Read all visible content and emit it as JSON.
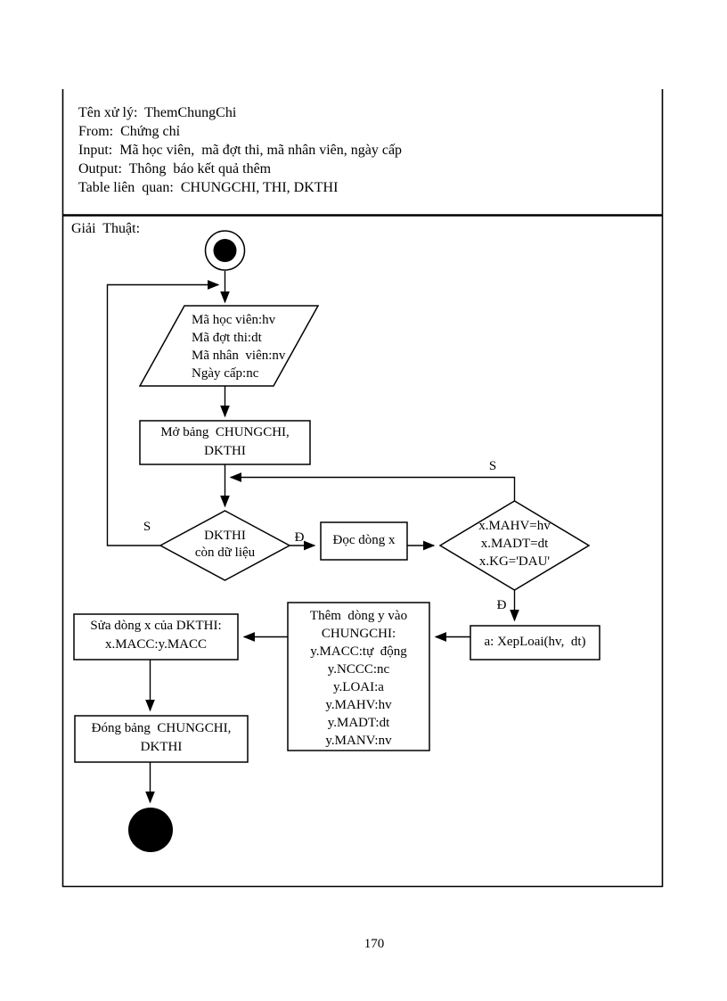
{
  "colors": {
    "ink": "#000000",
    "paper": "#ffffff"
  },
  "header": {
    "lines": [
      "Tên xử lý:  ThemChungChi",
      "From:  Chứng chỉ",
      "Input:  Mã học viên,  mã đợt thi, mã nhân viên, ngày cấp",
      "Output:  Thông  báo kết quả thêm",
      "Table liên  quan:  CHUNGCHI, THI, DKTHI"
    ]
  },
  "algorithm": {
    "section_label": "Giải  Thuật:",
    "nodes": {
      "input": {
        "lines": [
          "Mã học viên:hv",
          "Mã đợt thi:dt",
          "Mã nhân  viên:nv",
          "Ngày cấp:nc"
        ]
      },
      "open_tables": {
        "lines": [
          "Mở bảng  CHUNGCHI,",
          "DKTHI"
        ]
      },
      "has_data_decision": {
        "lines": [
          "DKTHI",
          "còn dữ liệu"
        ]
      },
      "read_row": {
        "label": "Đọc dòng x"
      },
      "match_decision": {
        "lines": [
          "x.MAHV=hv",
          "x.MADT=dt",
          "x.KG='DAU'"
        ]
      },
      "grade_call": {
        "label": "a: XepLoai(hv,  dt)"
      },
      "insert_row": {
        "lines": [
          "Thêm  dòng y vào",
          "CHUNGCHI:",
          "y.MACC:tự  động",
          "y.NCCC:nc",
          "y.LOAI:a",
          "y.MAHV:hv",
          "y.MADT:dt",
          "y.MANV:nv"
        ]
      },
      "update_row": {
        "lines": [
          "Sửa dòng x của DKTHI:",
          "x.MACC:y.MACC"
        ]
      },
      "close_tables": {
        "lines": [
          "Đóng bảng  CHUNGCHI,",
          "DKTHI"
        ]
      }
    },
    "branch_labels": {
      "has_data_no": "S",
      "has_data_yes": "Đ",
      "match_no": "S",
      "match_yes": "Đ"
    }
  },
  "page": {
    "number": "170"
  }
}
